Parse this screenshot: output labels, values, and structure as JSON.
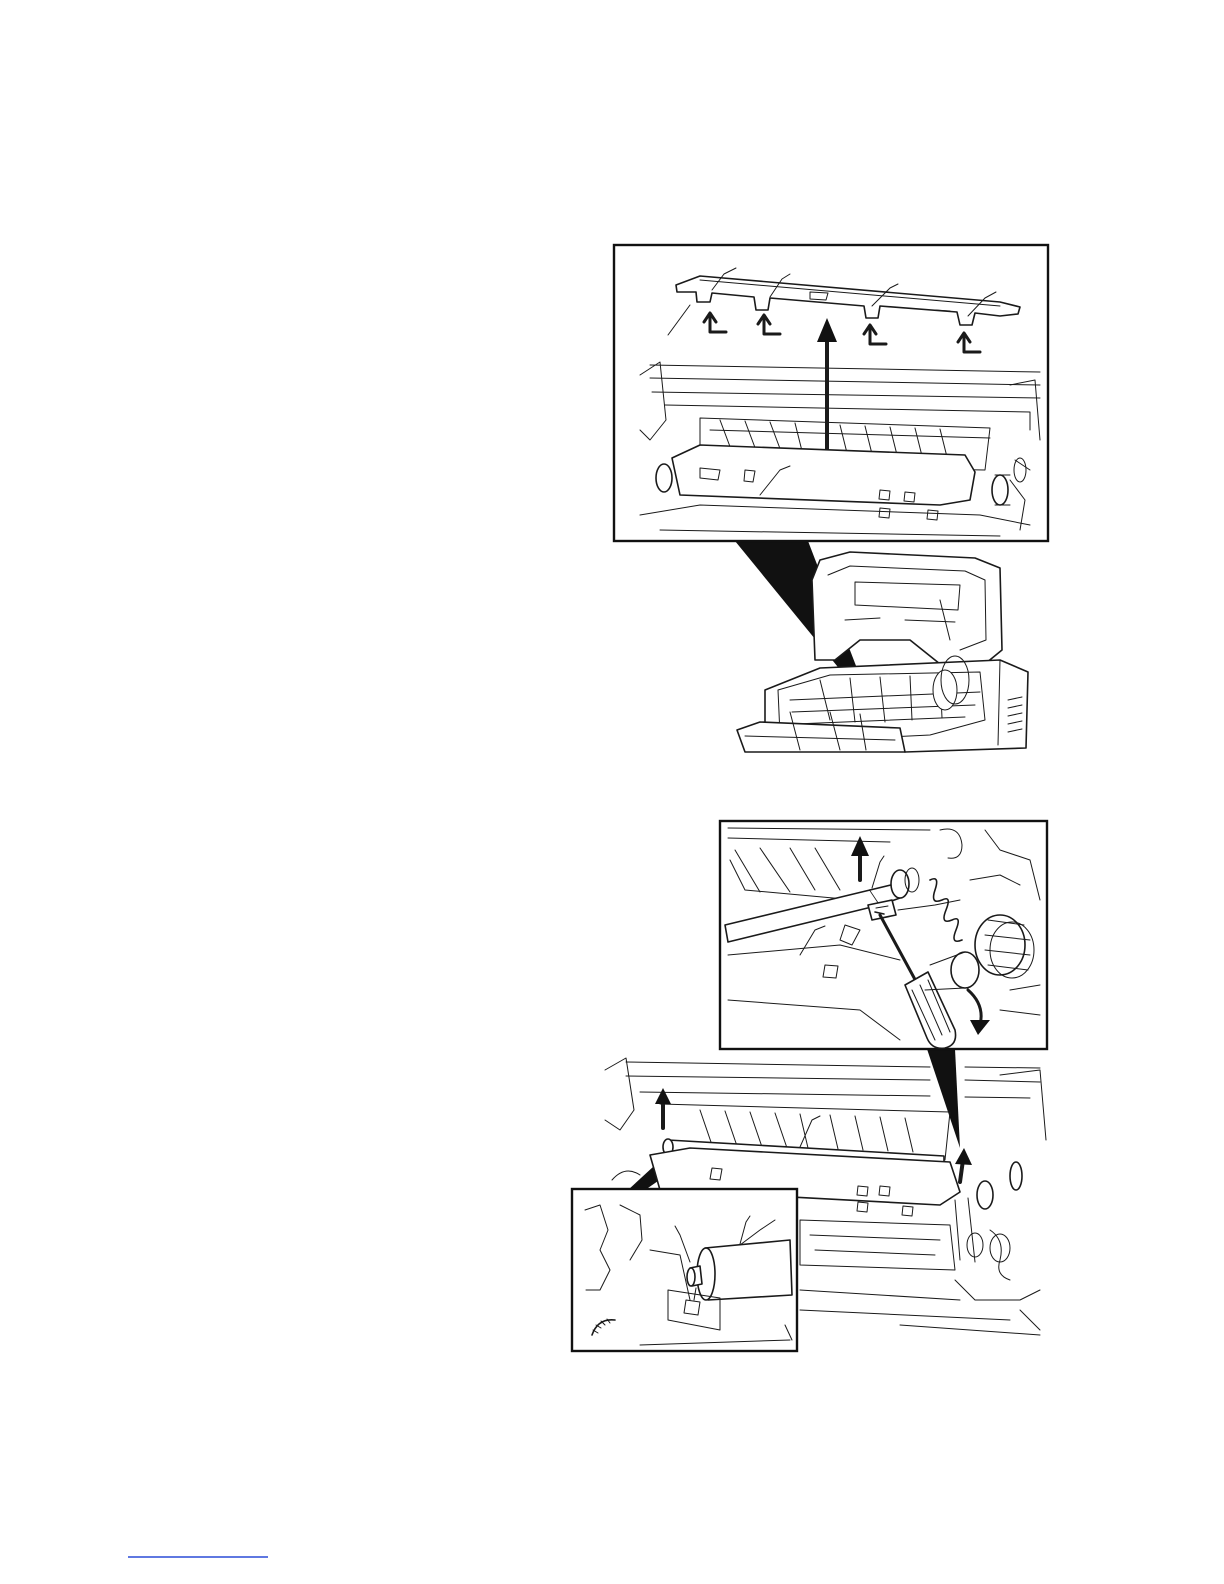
{
  "page": {
    "background": "#ffffff",
    "line_color": "#1a1a1a",
    "footer_rule_color": "#2a4bd7"
  },
  "figures": [
    {
      "id": "figure-1",
      "subject": "holder-removal"
    },
    {
      "id": "figure-2",
      "subject": "roller-removal"
    }
  ]
}
